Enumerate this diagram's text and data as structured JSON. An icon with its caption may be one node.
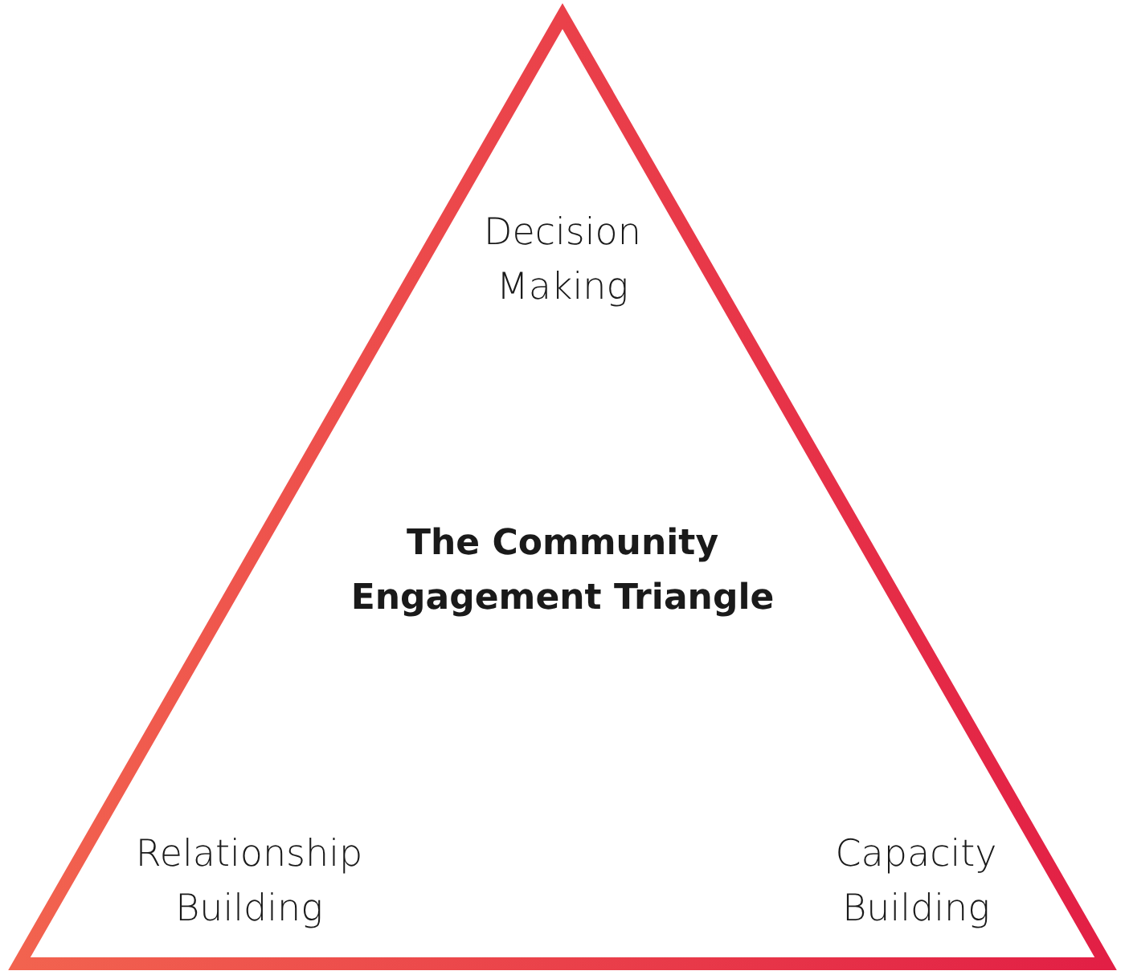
{
  "diagram": {
    "nodes": [
      {
        "text": [
          "Decision Making",
          "The Community Engagement Triangle",
          "Relationship Building",
          "Capacity Building"
        ]
      }
    ]
  }
}
